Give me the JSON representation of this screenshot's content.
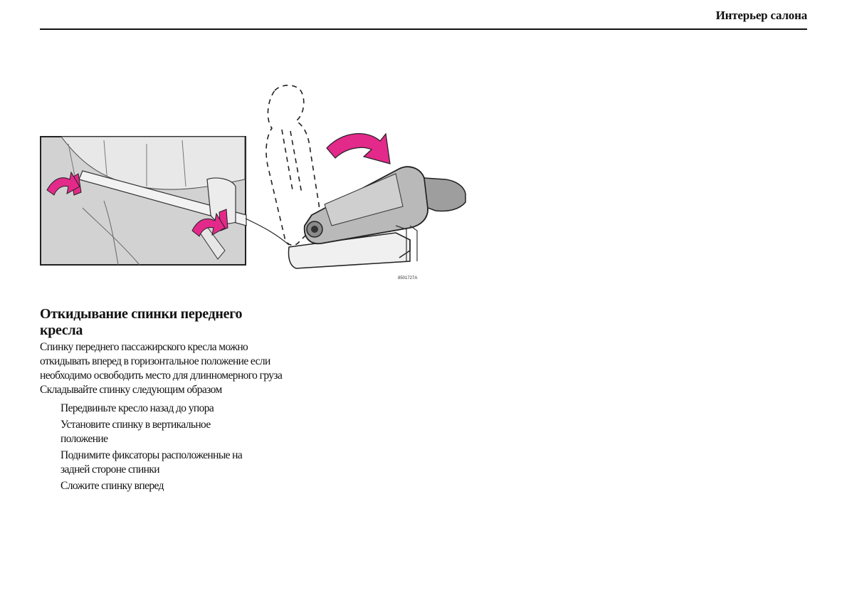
{
  "header": {
    "title": "Интерьер салона"
  },
  "figure": {
    "code": "8501727A",
    "accent_color": "#e3298a",
    "icons": [
      "seat-fold-arrow-icon",
      "latch-lift-arrow-icon"
    ]
  },
  "section": {
    "title": "Откидывание спинки переднего кресла",
    "paragraphs": [
      "Спинку переднего пассажирского кресла можно откидывать вперед в горизонтальное положение  если необходимо освободить место для длинномерного груза",
      "Складывайте спинку следующим образом"
    ],
    "steps": [
      "Передвиньте кресло назад до упора",
      "Установите спинку в вертикальное положение",
      "Поднимите фиксаторы расположенные на задней стороне спинки",
      "Сложите спинку вперед"
    ]
  }
}
